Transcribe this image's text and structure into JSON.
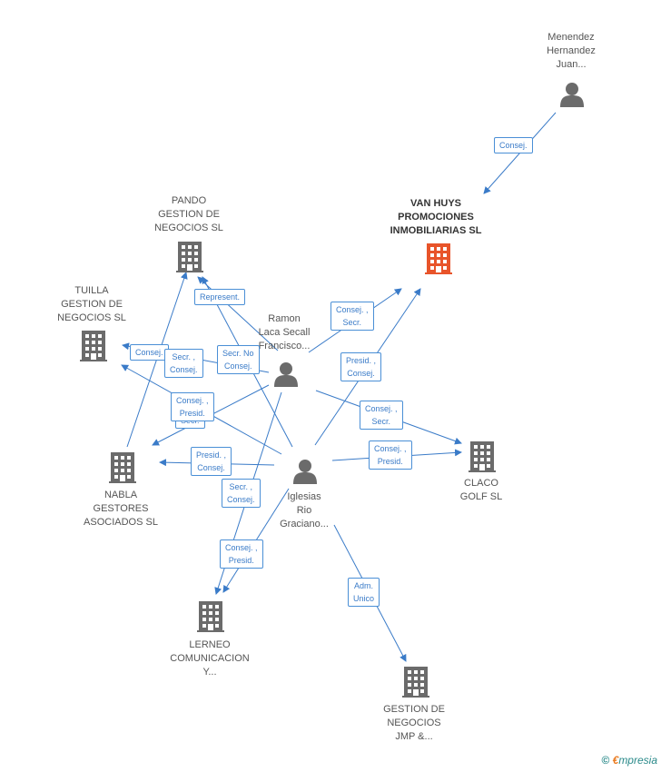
{
  "colors": {
    "edge": "#3a7bc8",
    "company": "#6b6b6b",
    "company_highlight": "#e8542a",
    "person": "#6b6b6b"
  },
  "nodes": {
    "menendez": "Menendez\nHernandez\nJuan...",
    "vanhuys": "VAN HUYS\nPROMOCIONES\nINMOBILIARIAS SL",
    "pando": "PANDO\nGESTION DE\nNEGOCIOS SL",
    "tuilla": "TUILLA\nGESTION DE\nNEGOCIOS SL",
    "ramon": "Ramon\nLaca Secall\nFrancisco...",
    "nabla": "NABLA\nGESTORES\nASOCIADOS SL",
    "claco": "CLACO\nGOLF SL",
    "iglesias": "Iglesias\nRio\nGraciano...",
    "lerneo": "LERNEO\nCOMUNICACION\nY...",
    "gestion": "GESTION DE\nNEGOCIOS\nJMP &..."
  },
  "edges": {
    "menendez_vanhuys": "Consej.",
    "pando_represent": "Represent.",
    "tuilla_consej": "Consej.",
    "tuilla_secr_consej": "Secr. ,\nConsej.",
    "secr_no_consej": "Secr. No\nConsej.",
    "ramon_vanhuys": "Consej. ,\nSecr.",
    "iglesias_vanhuys": "Presid. ,\nConsej.",
    "consej_presid_left": "Consej. ,\nPresid.",
    "secr_left": "Secr.",
    "ramon_claco": "Consej. ,\nSecr.",
    "iglesias_claco": "Consej. ,\nPresid.",
    "iglesias_nabla": "Presid. ,\nConsej.",
    "secr_consej_lerneo": "Secr. ,\nConsej.",
    "consej_presid_lerneo": "Consej. ,\nPresid.",
    "adm_unico": "Adm.\nUnico"
  },
  "brand": {
    "copyright": "©",
    "name_e": "€",
    "name_rest": "mpresia"
  }
}
